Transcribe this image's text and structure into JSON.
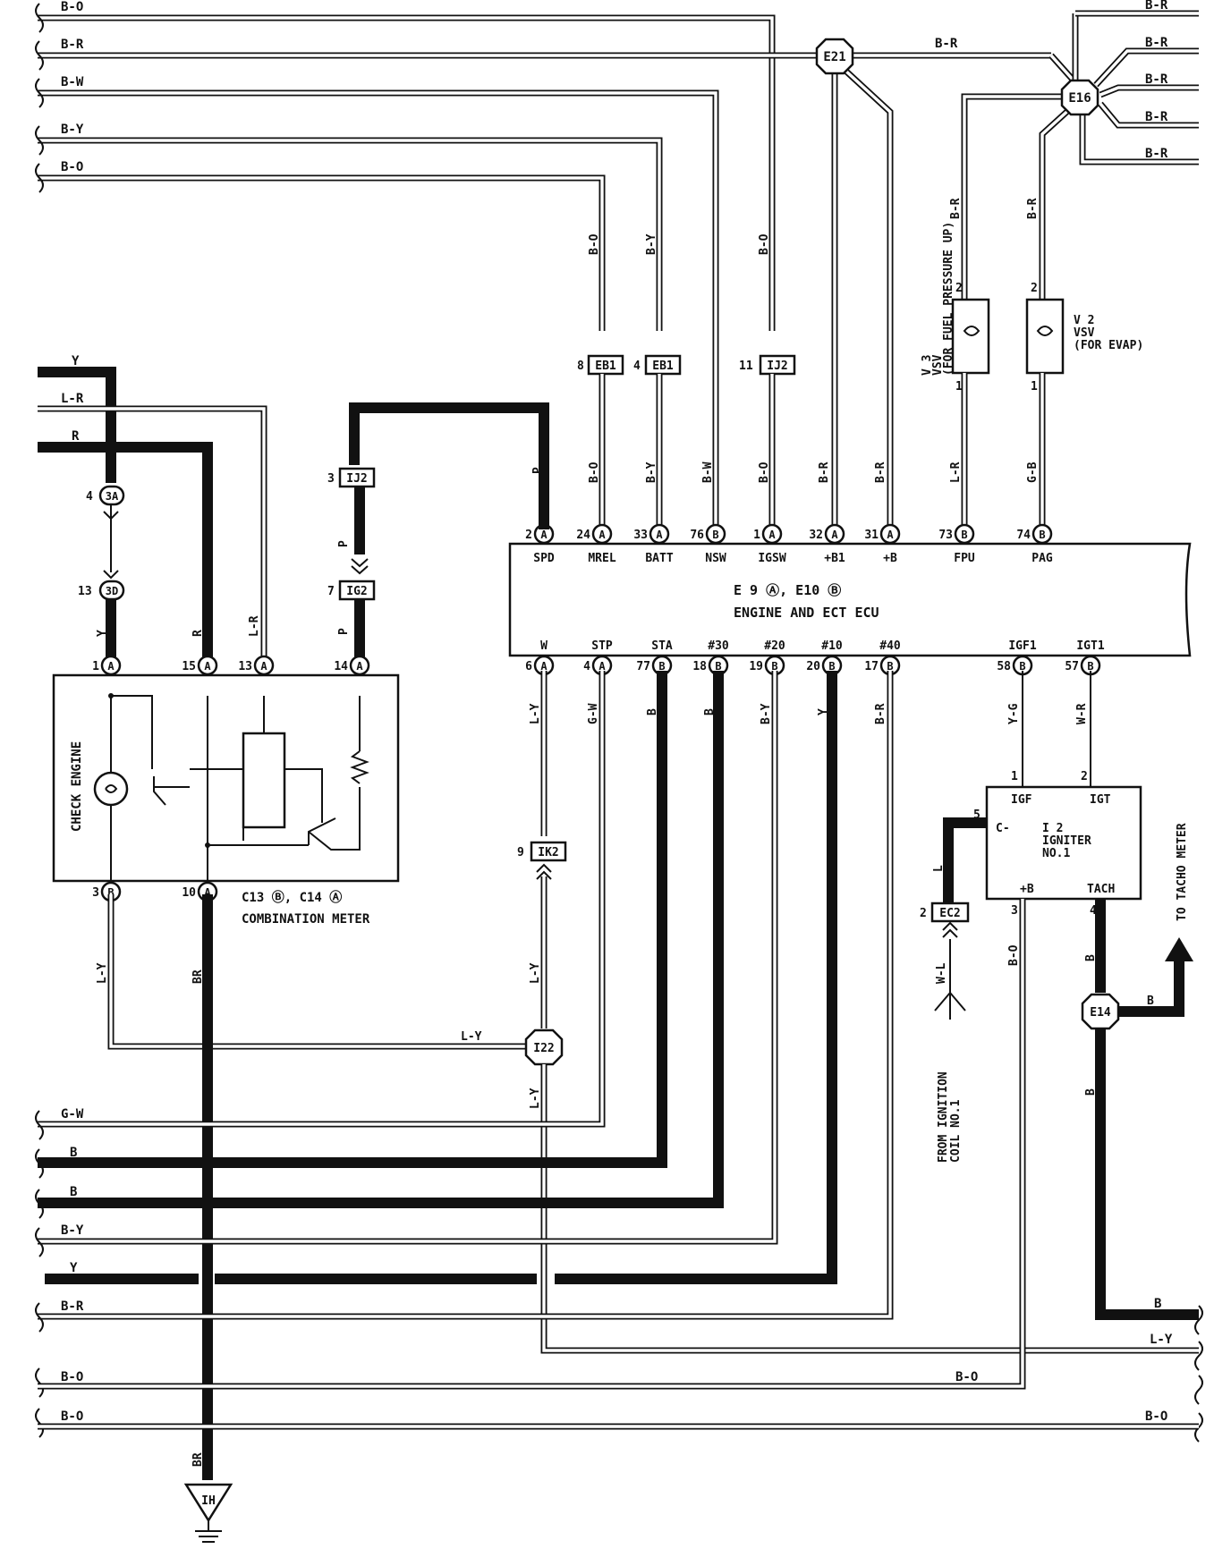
{
  "ecu": {
    "title_line1": "E 9 Ⓐ, E10 Ⓑ",
    "title_line2": "ENGINE AND ECT ECU",
    "top_pins": [
      {
        "pin": "2",
        "conn": "A",
        "label": "SPD"
      },
      {
        "pin": "24",
        "conn": "A",
        "label": "MREL"
      },
      {
        "pin": "33",
        "conn": "A",
        "label": "BATT"
      },
      {
        "pin": "76",
        "conn": "B",
        "label": "NSW"
      },
      {
        "pin": "1",
        "conn": "A",
        "label": "IGSW"
      },
      {
        "pin": "32",
        "conn": "A",
        "label": "+B1"
      },
      {
        "pin": "31",
        "conn": "A",
        "label": "+B"
      },
      {
        "pin": "73",
        "conn": "B",
        "label": "FPU"
      },
      {
        "pin": "74",
        "conn": "B",
        "label": "PAG"
      }
    ],
    "bottom_pins": [
      {
        "pin": "6",
        "conn": "A",
        "label": "W"
      },
      {
        "pin": "4",
        "conn": "A",
        "label": "STP"
      },
      {
        "pin": "77",
        "conn": "B",
        "label": "STA"
      },
      {
        "pin": "18",
        "conn": "B",
        "label": "#30"
      },
      {
        "pin": "19",
        "conn": "B",
        "label": "#20"
      },
      {
        "pin": "20",
        "conn": "B",
        "label": "#10"
      },
      {
        "pin": "17",
        "conn": "B",
        "label": "#40"
      },
      {
        "pin": "58",
        "conn": "B",
        "label": "IGF1"
      },
      {
        "pin": "57",
        "conn": "B",
        "label": "IGT1"
      }
    ]
  },
  "top_bus_wires": [
    "B-O",
    "B-R",
    "B-W",
    "B-Y",
    "B-O"
  ],
  "right_top_wires": [
    "B-R",
    "B-R",
    "B-R",
    "B-R",
    "B-R",
    "B-R"
  ],
  "junctions": {
    "e21": "E21",
    "e16": "E16",
    "i22": "I22",
    "e14": "E14"
  },
  "connectors": {
    "eb1_a": {
      "num": "8",
      "code": "EB1"
    },
    "eb1_b": {
      "num": "4",
      "code": "EB1"
    },
    "ij2_a": {
      "num": "11",
      "code": "IJ2"
    },
    "ij2_b": {
      "num": "3",
      "code": "IJ2"
    },
    "ig2": {
      "num": "7",
      "code": "IG2"
    },
    "ik2": {
      "num": "9",
      "code": "IK2"
    },
    "ec2": {
      "num": "2",
      "code": "EC2"
    },
    "c3a": {
      "num": "4",
      "code": "3A"
    },
    "c3d": {
      "num": "13",
      "code": "3D"
    }
  },
  "vertical_wire_labels": {
    "bo1": "B-O",
    "by1": "B-Y",
    "bo2": "B-O",
    "bo1_low": "B-O",
    "by1_low": "B-Y",
    "bw_low": "B-W",
    "bo2_low": "B-O",
    "br1": "B-R",
    "br2": "B-R",
    "lr": "L-R",
    "gb": "G-B",
    "br_fpu": "B-R",
    "br_pag": "B-R",
    "p_spd": "P",
    "p1": "P",
    "p2": "P",
    "ly_w": "L-Y",
    "gw": "G-W",
    "b_sta": "B",
    "b_30": "B",
    "by_20": "B-Y",
    "y_10": "Y",
    "br_40": "B-R",
    "yg": "Y-G",
    "wr": "W-R",
    "ly_low": "L-Y",
    "ly_low2": "L-Y",
    "l_ec2": "L",
    "wl": "W-L",
    "bo_ign": "B-O",
    "b_tach": "B",
    "b_tach2": "B",
    "y_meter": "Y",
    "r_meter": "R",
    "lr_meter": "L-R",
    "p_meter": "P",
    "ly_meter": "L-Y",
    "br_meter": "BR",
    "br_ground": "BR"
  },
  "left_wires": {
    "y": "Y",
    "lr": "L-R",
    "r": "R"
  },
  "vsv_fpu": {
    "pin_top": "2",
    "pin_bot": "1",
    "label": "V 3\nVSV\n(FOR FUEL PRESSURE UP)"
  },
  "vsv_evap": {
    "pin_top": "2",
    "pin_bot": "1",
    "label": "V 2\nVSV\n(FOR EVAP)"
  },
  "meter": {
    "pins_top": [
      {
        "pin": "1",
        "conn": "A"
      },
      {
        "pin": "15",
        "conn": "A"
      },
      {
        "pin": "13",
        "conn": "A"
      },
      {
        "pin": "14",
        "conn": "A"
      }
    ],
    "pins_bottom": [
      {
        "pin": "3",
        "conn": "B"
      },
      {
        "pin": "10",
        "conn": "A"
      }
    ],
    "title_line1": "C13 Ⓑ, C14 Ⓐ",
    "title_line2": "COMBINATION METER",
    "check_engine": "CHECK ENGINE"
  },
  "igniter": {
    "title": "I 2\nIGNITER\nNO.1",
    "igf": "IGF",
    "igt": "IGT",
    "cminus": "C-",
    "plusb": "+B",
    "tach": "TACH",
    "pin1": "1",
    "pin2": "2",
    "pin3": "3",
    "pin4": "4",
    "pin5": "5"
  },
  "tacho_label": "TO TACHO METER",
  "ignition_label": "FROM IGNITION\nCOIL NO.1",
  "ground": "IH",
  "ly_i22_label": "L-Y",
  "bottom_bus_wires": [
    "G-W",
    "B",
    "B",
    "B-Y",
    "Y",
    "B-R"
  ],
  "bottom_right": {
    "b": "B",
    "ly": "L-Y",
    "bo1": "B-O",
    "bo2": "B-O"
  },
  "bottom_left": {
    "bo1": "B-O",
    "bo2": "B-O"
  },
  "e14_b": "B"
}
